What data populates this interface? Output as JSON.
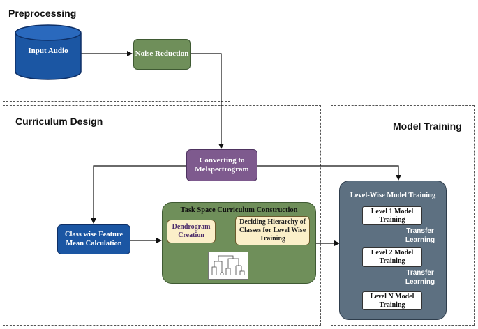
{
  "sections": {
    "preprocessing": "Preprocessing",
    "curriculum_design": "Curriculum Design",
    "model_training": "Model Training"
  },
  "nodes": {
    "input_audio": "Input Audio",
    "noise_reduction": "Noise Reduction",
    "mel_line1": "Converting to",
    "mel_line2": "Melspectrogram",
    "class_line1": "Class wise Feature",
    "class_line2": "Mean Calculation"
  },
  "curriculum_panel": {
    "title": "Task Space Curriculum Construction",
    "dendrogram_line1": "Dendrogram",
    "dendrogram_line2": "Creation",
    "hier_line1": "Deciding Hierarchy of",
    "hier_line2": "Classes for Level Wise",
    "hier_line3": "Training"
  },
  "training_panel": {
    "title": "Level-Wise Model Training",
    "levels": [
      {
        "line1": "Level 1 Model",
        "line2": "Training"
      },
      {
        "line1": "Level 2 Model",
        "line2": "Training"
      },
      {
        "line1": "Level N Model",
        "line2": "Training"
      }
    ],
    "transfer_1": {
      "line1": "Transfer",
      "line2": "Learning"
    },
    "transfer_2": {
      "line1": "Transfer",
      "line2": "Learning"
    }
  },
  "colors": {
    "green": "#6f8f5a",
    "purple": "#7e5a8e",
    "blue": "#1b56a3",
    "cream": "#fbefc9",
    "training_panel": "#5d7081"
  }
}
